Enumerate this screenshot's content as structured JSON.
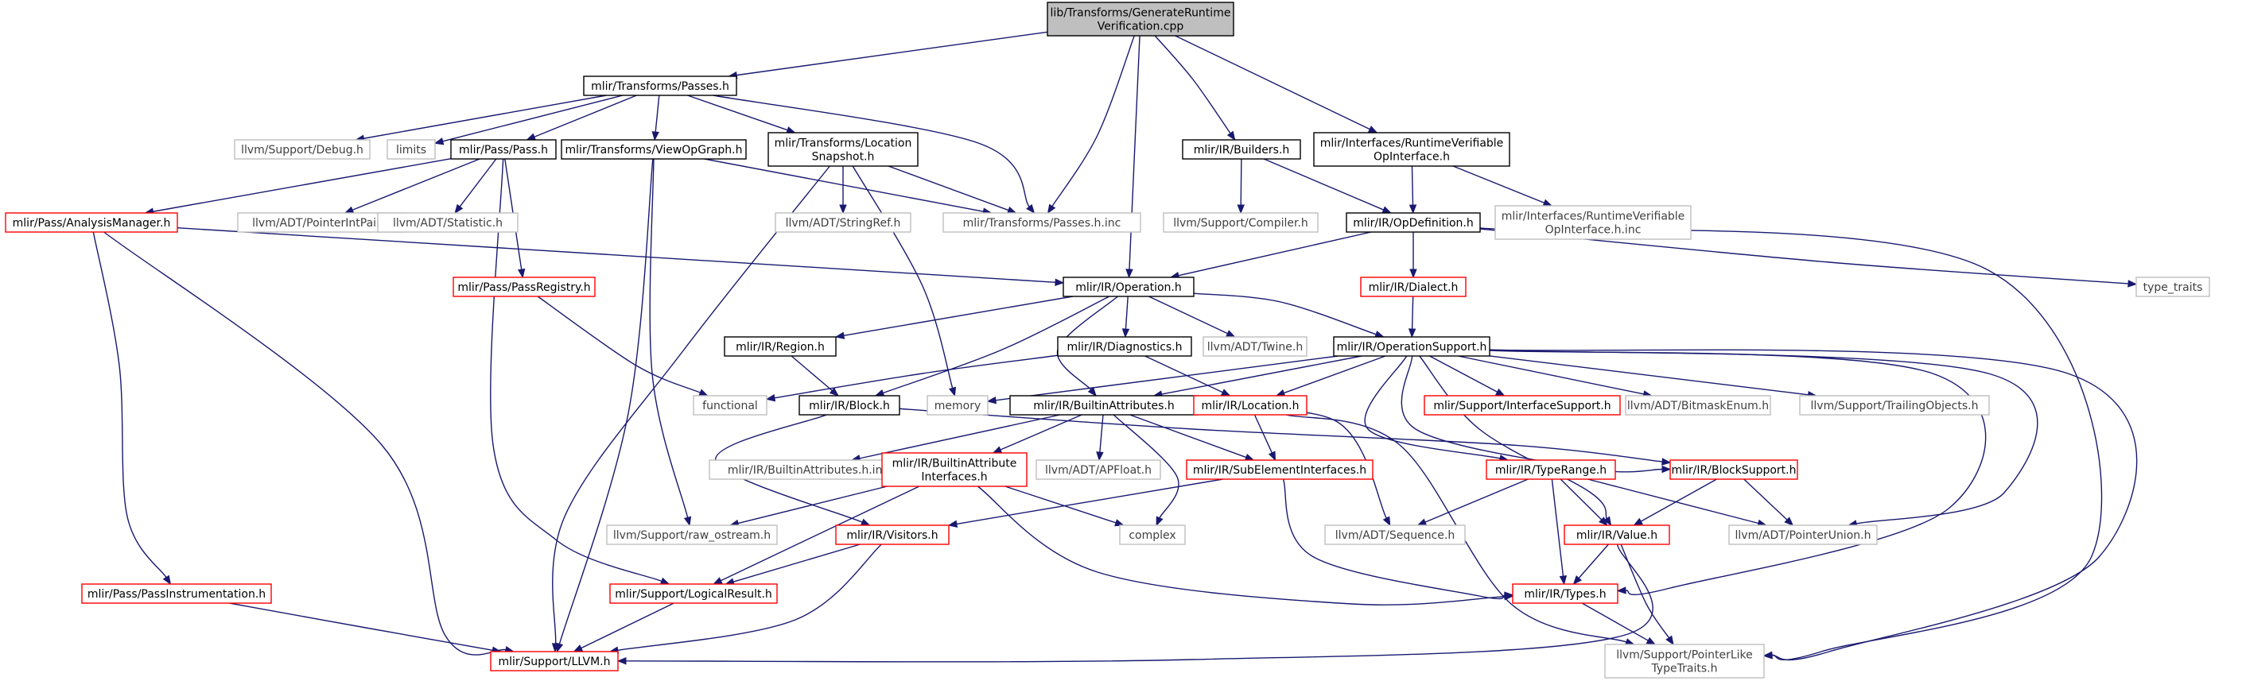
{
  "graph": {
    "nodes": [
      {
        "id": "root",
        "kind": "root",
        "lines": [
          "lib/Transforms/GenerateRuntime",
          "Verification.cpp"
        ]
      },
      {
        "id": "transforms_passes_h",
        "kind": "doc",
        "lines": [
          "mlir/Transforms/Passes.h"
        ]
      },
      {
        "id": "transforms_passes_h_inc",
        "kind": "gray",
        "lines": [
          "mlir/Transforms/Passes.h.inc"
        ]
      },
      {
        "id": "ir_operation_h",
        "kind": "doc",
        "lines": [
          "mlir/IR/Operation.h"
        ]
      },
      {
        "id": "ir_builders_h",
        "kind": "doc",
        "lines": [
          "mlir/IR/Builders.h"
        ]
      },
      {
        "id": "runtime_verifiable_h",
        "kind": "doc",
        "lines": [
          "mlir/Interfaces/RuntimeVerifiable",
          "OpInterface.h"
        ]
      },
      {
        "id": "support_debug_h",
        "kind": "gray",
        "lines": [
          "llvm/Support/Debug.h"
        ]
      },
      {
        "id": "limits",
        "kind": "gray",
        "lines": [
          "limits"
        ]
      },
      {
        "id": "pass_pass_h",
        "kind": "doc",
        "lines": [
          "mlir/Pass/Pass.h"
        ]
      },
      {
        "id": "view_op_graph_h",
        "kind": "doc",
        "lines": [
          "mlir/Transforms/ViewOpGraph.h"
        ]
      },
      {
        "id": "location_snapshot_h",
        "kind": "doc",
        "lines": [
          "mlir/Transforms/Location",
          "Snapshot.h"
        ]
      },
      {
        "id": "analysis_manager_h",
        "kind": "red",
        "lines": [
          "mlir/Pass/AnalysisManager.h"
        ]
      },
      {
        "id": "pointer_int_pair_h",
        "kind": "gray",
        "lines": [
          "llvm/ADT/PointerIntPair.h"
        ]
      },
      {
        "id": "statistic_h",
        "kind": "gray",
        "lines": [
          "llvm/ADT/Statistic.h"
        ]
      },
      {
        "id": "pass_registry_h",
        "kind": "red",
        "lines": [
          "mlir/Pass/PassRegistry.h"
        ]
      },
      {
        "id": "string_ref_h",
        "kind": "gray",
        "lines": [
          "llvm/ADT/StringRef.h"
        ]
      },
      {
        "id": "support_compiler_h",
        "kind": "gray",
        "lines": [
          "llvm/Support/Compiler.h"
        ]
      },
      {
        "id": "op_definition_h",
        "kind": "doc",
        "lines": [
          "mlir/IR/OpDefinition.h"
        ]
      },
      {
        "id": "runtime_verifiable_h_inc",
        "kind": "gray",
        "lines": [
          "mlir/Interfaces/RuntimeVerifiable",
          "OpInterface.h.inc"
        ]
      },
      {
        "id": "type_traits",
        "kind": "gray",
        "lines": [
          "type_traits"
        ]
      },
      {
        "id": "ir_dialect_h",
        "kind": "red",
        "lines": [
          "mlir/IR/Dialect.h"
        ]
      },
      {
        "id": "ir_region_h",
        "kind": "doc",
        "lines": [
          "mlir/IR/Region.h"
        ]
      },
      {
        "id": "ir_diagnostics_h",
        "kind": "doc",
        "lines": [
          "mlir/IR/Diagnostics.h"
        ]
      },
      {
        "id": "twine_h",
        "kind": "gray",
        "lines": [
          "llvm/ADT/Twine.h"
        ]
      },
      {
        "id": "op_support_h",
        "kind": "doc",
        "lines": [
          "mlir/IR/OperationSupport.h"
        ]
      },
      {
        "id": "functional",
        "kind": "gray",
        "lines": [
          "functional"
        ]
      },
      {
        "id": "ir_block_h",
        "kind": "doc",
        "lines": [
          "mlir/IR/Block.h"
        ]
      },
      {
        "id": "memory",
        "kind": "gray",
        "lines": [
          "memory"
        ]
      },
      {
        "id": "builtin_attributes_h",
        "kind": "doc",
        "lines": [
          "mlir/IR/BuiltinAttributes.h"
        ]
      },
      {
        "id": "ir_location_h",
        "kind": "red",
        "lines": [
          "mlir/IR/Location.h"
        ]
      },
      {
        "id": "interface_support_h",
        "kind": "red",
        "lines": [
          "mlir/Support/InterfaceSupport.h"
        ]
      },
      {
        "id": "bitmask_enum_h",
        "kind": "gray",
        "lines": [
          "llvm/ADT/BitmaskEnum.h"
        ]
      },
      {
        "id": "trailing_objects_h",
        "kind": "gray",
        "lines": [
          "llvm/Support/TrailingObjects.h"
        ]
      },
      {
        "id": "builtin_attributes_h_inc",
        "kind": "gray",
        "lines": [
          "mlir/IR/BuiltinAttributes.h.inc"
        ]
      },
      {
        "id": "builtin_attr_interfaces_h",
        "kind": "red",
        "lines": [
          "mlir/IR/BuiltinAttribute",
          "Interfaces.h"
        ]
      },
      {
        "id": "apfloat_h",
        "kind": "gray",
        "lines": [
          "llvm/ADT/APFloat.h"
        ]
      },
      {
        "id": "sub_element_interfaces_h",
        "kind": "red",
        "lines": [
          "mlir/IR/SubElementInterfaces.h"
        ]
      },
      {
        "id": "type_range_h",
        "kind": "red",
        "lines": [
          "mlir/IR/TypeRange.h"
        ]
      },
      {
        "id": "block_support_h",
        "kind": "red",
        "lines": [
          "mlir/IR/BlockSupport.h"
        ]
      },
      {
        "id": "pass_instrumentation_h",
        "kind": "red",
        "lines": [
          "mlir/Pass/PassInstrumentation.h"
        ]
      },
      {
        "id": "raw_ostream_h",
        "kind": "gray",
        "lines": [
          "llvm/Support/raw_ostream.h"
        ]
      },
      {
        "id": "ir_visitors_h",
        "kind": "red",
        "lines": [
          "mlir/IR/Visitors.h"
        ]
      },
      {
        "id": "complex",
        "kind": "gray",
        "lines": [
          "complex"
        ]
      },
      {
        "id": "adt_sequence_h",
        "kind": "gray",
        "lines": [
          "llvm/ADT/Sequence.h"
        ]
      },
      {
        "id": "ir_value_h",
        "kind": "red",
        "lines": [
          "mlir/IR/Value.h"
        ]
      },
      {
        "id": "pointer_union_h",
        "kind": "gray",
        "lines": [
          "llvm/ADT/PointerUnion.h"
        ]
      },
      {
        "id": "logical_result_h",
        "kind": "red",
        "lines": [
          "mlir/Support/LogicalResult.h"
        ]
      },
      {
        "id": "ir_types_h",
        "kind": "red",
        "lines": [
          "mlir/IR/Types.h"
        ]
      },
      {
        "id": "support_llvm_h",
        "kind": "red",
        "lines": [
          "mlir/Support/LLVM.h"
        ]
      },
      {
        "id": "pointer_like_type_traits_h",
        "kind": "gray",
        "lines": [
          "llvm/Support/PointerLike",
          "TypeTraits.h"
        ]
      }
    ],
    "edges": [
      {
        "from": "root",
        "to": "transforms_passes_h"
      },
      {
        "from": "root",
        "to": "transforms_passes_h_inc"
      },
      {
        "from": "root",
        "to": "ir_operation_h"
      },
      {
        "from": "root",
        "to": "ir_builders_h"
      },
      {
        "from": "root",
        "to": "runtime_verifiable_h"
      },
      {
        "from": "transforms_passes_h",
        "to": "support_debug_h"
      },
      {
        "from": "transforms_passes_h",
        "to": "limits"
      },
      {
        "from": "transforms_passes_h",
        "to": "pass_pass_h"
      },
      {
        "from": "transforms_passes_h",
        "to": "view_op_graph_h"
      },
      {
        "from": "transforms_passes_h",
        "to": "location_snapshot_h"
      },
      {
        "from": "transforms_passes_h",
        "to": "transforms_passes_h_inc"
      },
      {
        "from": "pass_pass_h",
        "to": "analysis_manager_h"
      },
      {
        "from": "pass_pass_h",
        "to": "pointer_int_pair_h"
      },
      {
        "from": "pass_pass_h",
        "to": "statistic_h"
      },
      {
        "from": "pass_pass_h",
        "to": "pass_registry_h"
      },
      {
        "from": "pass_pass_h",
        "to": "logical_result_h"
      },
      {
        "from": "view_op_graph_h",
        "to": "transforms_passes_h_inc"
      },
      {
        "from": "view_op_graph_h",
        "to": "raw_ostream_h"
      },
      {
        "from": "view_op_graph_h",
        "to": "support_llvm_h"
      },
      {
        "from": "location_snapshot_h",
        "to": "transforms_passes_h_inc"
      },
      {
        "from": "location_snapshot_h",
        "to": "string_ref_h"
      },
      {
        "from": "location_snapshot_h",
        "to": "memory"
      },
      {
        "from": "location_snapshot_h",
        "to": "support_llvm_h"
      },
      {
        "from": "analysis_manager_h",
        "to": "ir_operation_h"
      },
      {
        "from": "analysis_manager_h",
        "to": "pass_instrumentation_h"
      },
      {
        "from": "analysis_manager_h",
        "to": "support_llvm_h"
      },
      {
        "from": "pass_registry_h",
        "to": "functional"
      },
      {
        "from": "ir_builders_h",
        "to": "support_compiler_h"
      },
      {
        "from": "ir_builders_h",
        "to": "op_definition_h"
      },
      {
        "from": "runtime_verifiable_h",
        "to": "op_definition_h"
      },
      {
        "from": "runtime_verifiable_h",
        "to": "runtime_verifiable_h_inc"
      },
      {
        "from": "op_definition_h",
        "to": "ir_operation_h"
      },
      {
        "from": "op_definition_h",
        "to": "ir_dialect_h"
      },
      {
        "from": "op_definition_h",
        "to": "type_traits"
      },
      {
        "from": "op_definition_h",
        "to": "pointer_like_type_traits_h"
      },
      {
        "from": "ir_dialect_h",
        "to": "op_support_h"
      },
      {
        "from": "ir_operation_h",
        "to": "ir_region_h"
      },
      {
        "from": "ir_operation_h",
        "to": "ir_diagnostics_h"
      },
      {
        "from": "ir_operation_h",
        "to": "twine_h"
      },
      {
        "from": "ir_operation_h",
        "to": "op_support_h"
      },
      {
        "from": "ir_operation_h",
        "to": "ir_block_h"
      },
      {
        "from": "ir_operation_h",
        "to": "builtin_attributes_h"
      },
      {
        "from": "ir_region_h",
        "to": "ir_block_h"
      },
      {
        "from": "ir_diagnostics_h",
        "to": "functional"
      },
      {
        "from": "ir_diagnostics_h",
        "to": "ir_location_h"
      },
      {
        "from": "op_support_h",
        "to": "memory"
      },
      {
        "from": "op_support_h",
        "to": "builtin_attributes_h"
      },
      {
        "from": "op_support_h",
        "to": "ir_location_h"
      },
      {
        "from": "op_support_h",
        "to": "interface_support_h"
      },
      {
        "from": "op_support_h",
        "to": "bitmask_enum_h"
      },
      {
        "from": "op_support_h",
        "to": "trailing_objects_h"
      },
      {
        "from": "op_support_h",
        "to": "type_range_h"
      },
      {
        "from": "op_support_h",
        "to": "block_support_h"
      },
      {
        "from": "op_support_h",
        "to": "ir_value_h"
      },
      {
        "from": "op_support_h",
        "to": "pointer_union_h"
      },
      {
        "from": "op_support_h",
        "to": "ir_types_h"
      },
      {
        "from": "op_support_h",
        "to": "pointer_like_type_traits_h"
      },
      {
        "from": "ir_block_h",
        "to": "ir_visitors_h"
      },
      {
        "from": "ir_block_h",
        "to": "block_support_h"
      },
      {
        "from": "builtin_attributes_h",
        "to": "builtin_attributes_h_inc"
      },
      {
        "from": "builtin_attributes_h",
        "to": "builtin_attr_interfaces_h"
      },
      {
        "from": "builtin_attributes_h",
        "to": "apfloat_h"
      },
      {
        "from": "builtin_attributes_h",
        "to": "sub_element_interfaces_h"
      },
      {
        "from": "builtin_attributes_h",
        "to": "complex"
      },
      {
        "from": "builtin_attributes_h",
        "to": "adt_sequence_h"
      },
      {
        "from": "ir_location_h",
        "to": "sub_element_interfaces_h"
      },
      {
        "from": "ir_location_h",
        "to": "pointer_like_type_traits_h"
      },
      {
        "from": "builtin_attr_interfaces_h",
        "to": "raw_ostream_h"
      },
      {
        "from": "builtin_attr_interfaces_h",
        "to": "complex"
      },
      {
        "from": "builtin_attr_interfaces_h",
        "to": "logical_result_h"
      },
      {
        "from": "builtin_attr_interfaces_h",
        "to": "ir_types_h"
      },
      {
        "from": "sub_element_interfaces_h",
        "to": "ir_visitors_h"
      },
      {
        "from": "sub_element_interfaces_h",
        "to": "ir_types_h"
      },
      {
        "from": "type_range_h",
        "to": "adt_sequence_h"
      },
      {
        "from": "type_range_h",
        "to": "ir_value_h"
      },
      {
        "from": "type_range_h",
        "to": "pointer_union_h"
      },
      {
        "from": "type_range_h",
        "to": "ir_types_h"
      },
      {
        "from": "block_support_h",
        "to": "ir_value_h"
      },
      {
        "from": "block_support_h",
        "to": "pointer_union_h"
      },
      {
        "from": "ir_value_h",
        "to": "ir_types_h"
      },
      {
        "from": "ir_value_h",
        "to": "pointer_like_type_traits_h"
      },
      {
        "from": "ir_value_h",
        "to": "support_llvm_h"
      },
      {
        "from": "ir_visitors_h",
        "to": "logical_result_h"
      },
      {
        "from": "ir_visitors_h",
        "to": "support_llvm_h"
      },
      {
        "from": "logical_result_h",
        "to": "support_llvm_h"
      },
      {
        "from": "ir_types_h",
        "to": "pointer_like_type_traits_h"
      },
      {
        "from": "pass_instrumentation_h",
        "to": "support_llvm_h"
      }
    ]
  }
}
